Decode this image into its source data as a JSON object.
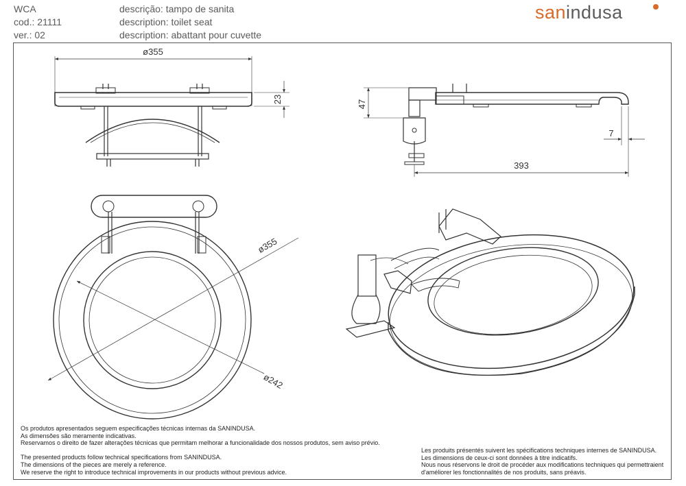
{
  "header": {
    "left": [
      "WCA",
      "cod.: 21111",
      "ver.: 02"
    ],
    "right": [
      "descrição: tampo de sanita",
      "description: toilet seat",
      "description: abattant pour cuvette"
    ]
  },
  "logo": {
    "part1": "san",
    "part2": "indusa"
  },
  "dimensions": {
    "width_top": "ø355",
    "height_top": "23",
    "height_side": "47",
    "offset_side": "7",
    "length_side": "393",
    "outer_diameter": "ø355",
    "inner_diameter": "ø242"
  },
  "notes_left": [
    "Os produtos apresentados seguem especificações técnicas internas da SANINDUSA.",
    "As dimensões são meramente indicativas.",
    "Reservamos o direito de fazer alterações técnicas que permitam melhorar a funcionalidade dos nossos produtos, sem aviso prévio.",
    "",
    "The presented products follow technical specifications from SANINDUSA.",
    "The dimensions of the pieces are merely a reference.",
    "We reserve the right to introduce technical improvements in our products without previous advice."
  ],
  "notes_right": [
    "Les produits présentés suivent les spécifications techniques internes de SANINDUSA.",
    "Les dimensions de ceux-ci sont données à titre indicatifs.",
    "Nous nous réservons le droit de procéder aux modifications techniques qui permettraient",
    "d'améliorer les fonctionnalités de nos produits, sans préavis."
  ],
  "colors": {
    "brand_orange": "#d86a2c",
    "line": "#333333"
  }
}
